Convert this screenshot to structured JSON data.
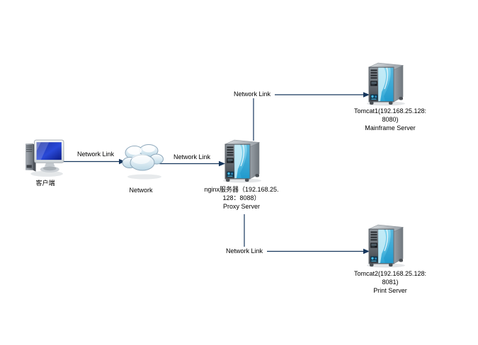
{
  "diagram": {
    "title": "nginx reverse proxy topology",
    "background_color": "#ffffff",
    "link_color": "#17375d",
    "text_color": "#000000",
    "nodes": {
      "client": {
        "icon": "desktop-computer-icon",
        "label": "客户端"
      },
      "network": {
        "icon": "cloud-icon",
        "label": "Network"
      },
      "proxy": {
        "icon": "tower-server-icon",
        "lines": [
          "nginx服务器（192.168.25.",
          "128：8088）",
          "Proxy Server"
        ]
      },
      "tomcat1": {
        "icon": "tower-server-icon",
        "lines": [
          "Tomcat1(192.168.25.128:",
          "8080)",
          "Mainframe Server"
        ]
      },
      "tomcat2": {
        "icon": "tower-server-icon",
        "lines": [
          "Tomcat2(192.168.25.128:",
          "8081)",
          "Print Server"
        ]
      }
    },
    "links": [
      {
        "id": "client-to-network",
        "label": "Network Link"
      },
      {
        "id": "network-to-proxy",
        "label": "Network Link"
      },
      {
        "id": "proxy-to-tomcat1",
        "label": "Network Link"
      },
      {
        "id": "proxy-to-tomcat2",
        "label": "Network Link"
      }
    ],
    "icon_colors": {
      "server_window_cyan": "#2aa3d4",
      "monitor_screen_blue": "#2949d8",
      "cloud_outline": "#8fa9bc",
      "chassis_gray": "#585e64"
    }
  }
}
